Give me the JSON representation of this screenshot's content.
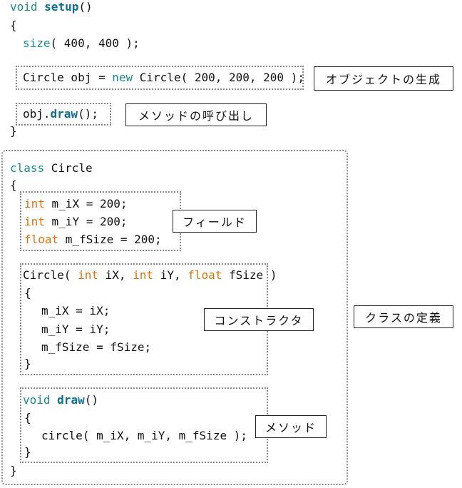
{
  "code": {
    "kw_void": "void",
    "fn_setup": "setup",
    "parens": "()",
    "open_brace": "{",
    "close_brace": "}",
    "fn_size": "size",
    "size_args": "( 400, 400 );",
    "line_create_prefix": "Circle obj = ",
    "kw_new": "new",
    "line_create_suffix": " Circle( 200, 200, 200 );",
    "obj_prefix": "obj.",
    "fn_draw": "draw",
    "call_suffix": "();",
    "kw_class": "class",
    "class_name": " Circle",
    "kw_int": "int",
    "kw_float": "float",
    "field_x": " m_iX = 200;",
    "field_y": " m_iY = 200;",
    "field_size": " m_fSize = 200;",
    "ctor_name": "Circle( ",
    "ctor_p1": " iX, ",
    "ctor_p2": " iY, ",
    "ctor_p3": " fSize )",
    "assign_x": "m_iX = iX;",
    "assign_y": "m_iY = iY;",
    "assign_size": "m_fSize = fSize;",
    "call_circle": "circle( m_iX, m_iY, m_fSize );"
  },
  "labels": {
    "object_creation": "オブジェクトの生成",
    "method_call": "メソッドの呼び出し",
    "field": "フィールド",
    "constructor": "コンストラクタ",
    "class_definition": "クラスの定義",
    "method": "メソッド"
  },
  "colors": {
    "keyword_teal": "#1a8a8e",
    "function_blue": "#0f6e95",
    "type_orange": "#d9730d",
    "dotted_border": "#8a8a8a"
  }
}
